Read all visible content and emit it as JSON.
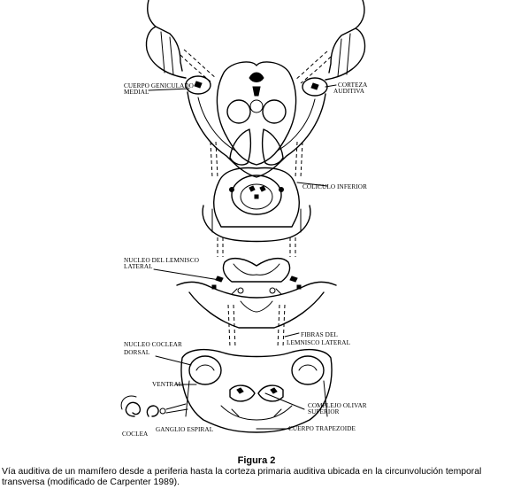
{
  "labels": {
    "cuerpo_geniculado_1": "CUERPO GENICULADO",
    "cuerpo_geniculado_2": "MEDIAL",
    "corteza_1": "CORTEZA",
    "corteza_2": "AUDITIVA",
    "coliculo": "COLICULO INFERIOR",
    "nucleo_lemnisco_1": "NUCLEO DEL LEMNISCO",
    "nucleo_lemnisco_2": "LATERAL",
    "fibras_1": "FIBRAS DEL",
    "fibras_2": "LEMNISCO LATERAL",
    "nucleo_coclear_1": "NUCLEO  COCLEAR",
    "nucleo_coclear_2": "DORSAL",
    "ventral": "VENTRAL",
    "complejo_1": "COMPLEJO OLIVAR",
    "complejo_2": "SUPERIOR",
    "coclea": "COCLEA",
    "ganglio": "GANGLIO ESPIRAL",
    "cuerpo_trapezoide": "CUERPO TRAPEZOIDE"
  },
  "caption": {
    "title": "Figura 2",
    "text": "Vía auditiva de un mamífero desde a periferia hasta la corteza primaria auditiva ubicada en la circunvolución temporal transversa (modificado de Carpenter 1989)."
  }
}
